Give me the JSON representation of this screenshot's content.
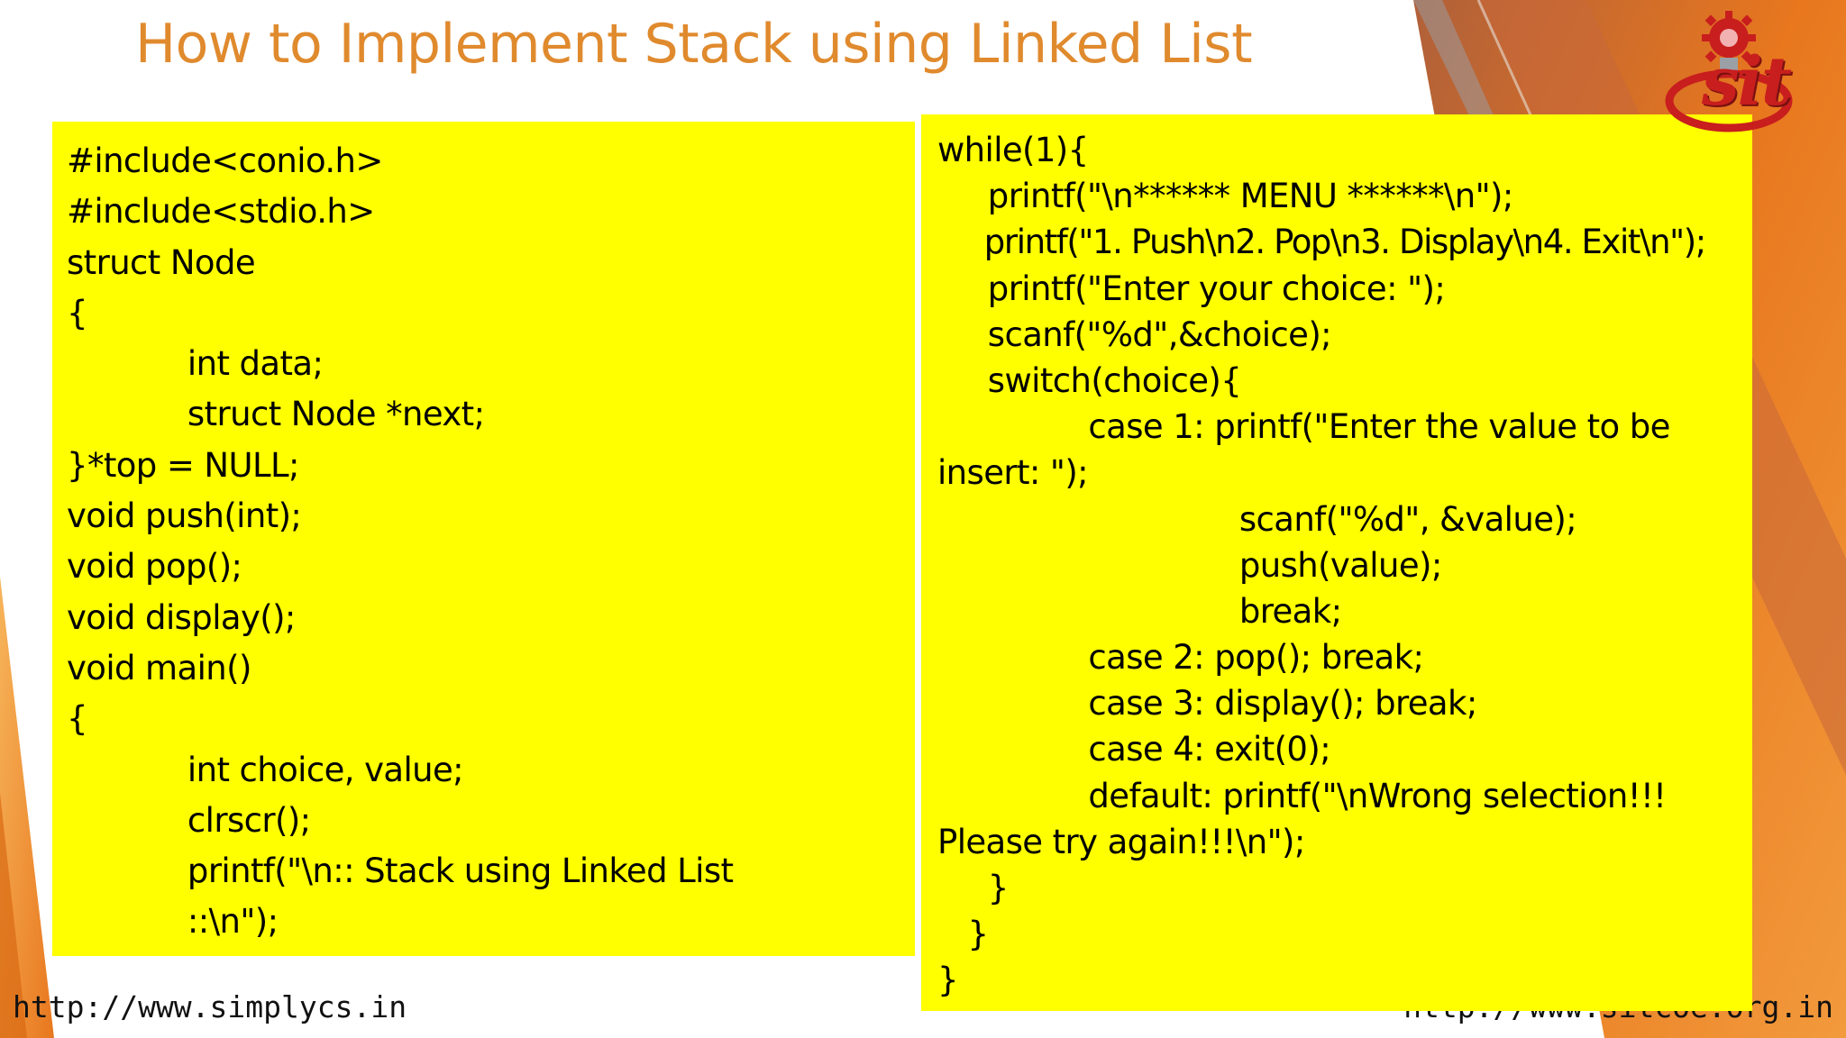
{
  "slide": {
    "title": "How to Implement Stack using Linked List"
  },
  "code_left": [
    "#include<conio.h>",
    "#include<stdio.h>",
    "struct Node",
    "{",
    "            int data;",
    "            struct Node *next;",
    "}*top = NULL;",
    "void push(int);",
    "void pop();",
    "void display();",
    "void main()",
    "{",
    "            int choice, value;",
    "            clrscr();",
    "            printf(\"\\n:: Stack using Linked List",
    "            ::\\n\");"
  ],
  "code_right": [
    "while(1){",
    "     printf(\"\\n****** MENU ******\\n\");",
    "     printf(\"1. Push\\n2. Pop\\n3. Display\\n4. Exit\\n\");",
    "     printf(\"Enter your choice: \");",
    "     scanf(\"%d\",&choice);",
    "     switch(choice){",
    "               case 1: printf(\"Enter the value to be",
    "insert: \");",
    "                              scanf(\"%d\", &value);",
    "                              push(value);",
    "                              break;",
    "               case 2: pop(); break;",
    "               case 3: display(); break;",
    "               case 4: exit(0);",
    "               default: printf(\"\\nWrong selection!!!",
    "Please try again!!!\\n\");",
    "     }",
    "   }",
    "}"
  ],
  "footer": {
    "left_url": "http://www.simplycs.in",
    "right_url": "http://www.sitcoe.org.in"
  },
  "logo": {
    "text": "sit"
  },
  "colors": {
    "title": "#E08A2E",
    "panel": "#FFFF00",
    "accent_orange": "#E8771E",
    "logo_red": "#C81E1E"
  },
  "icons": {
    "logo": "gear-logo-icon"
  }
}
